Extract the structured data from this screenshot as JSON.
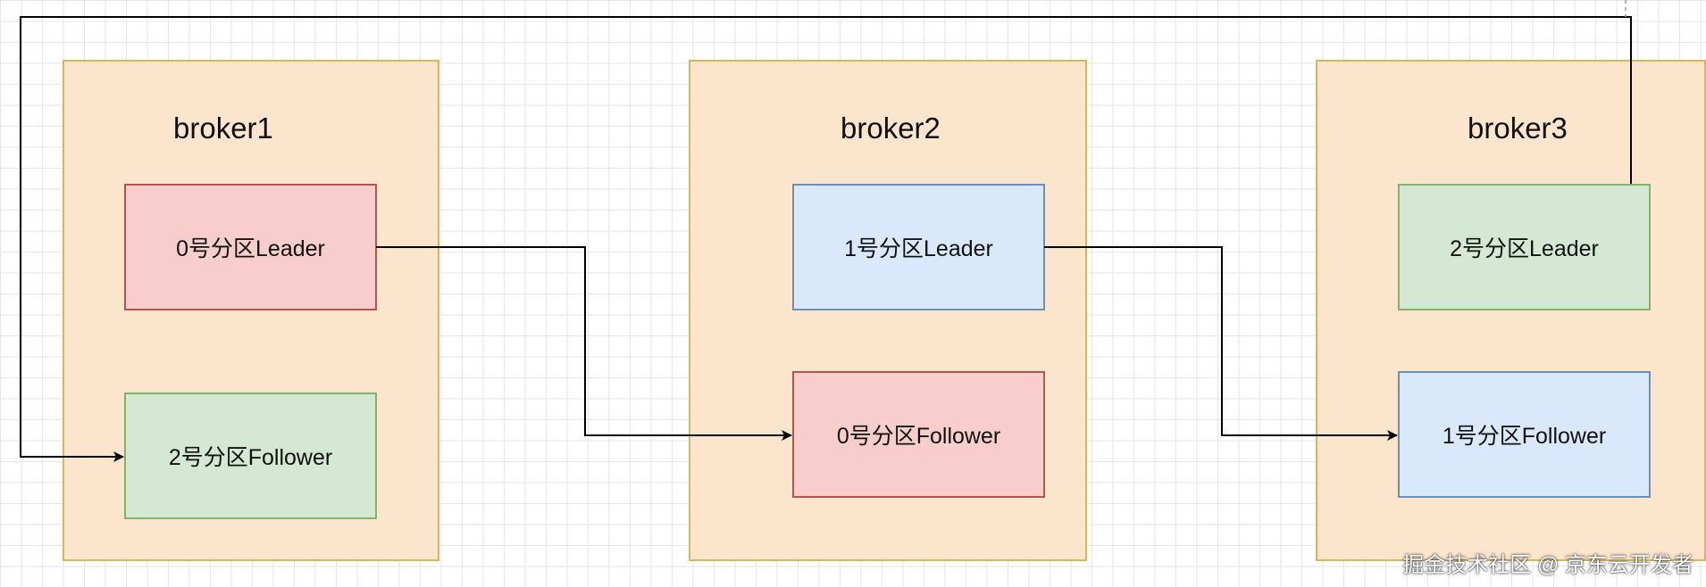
{
  "brokers": [
    {
      "title": "broker1"
    },
    {
      "title": "broker2"
    },
    {
      "title": "broker3"
    }
  ],
  "partitions": {
    "p0_leader": {
      "label": "0号分区Leader",
      "fill": "#f8cecc",
      "stroke": "#b85450"
    },
    "p2_follower": {
      "label": "2号分区Follower",
      "fill": "#d5e8d4",
      "stroke": "#82b366"
    },
    "p1_leader": {
      "label": "1号分区Leader",
      "fill": "#dae8fc",
      "stroke": "#6c8ebf"
    },
    "p0_follower": {
      "label": "0号分区Follower",
      "fill": "#f8cecc",
      "stroke": "#b85450"
    },
    "p2_leader": {
      "label": "2号分区Leader",
      "fill": "#d5e8d4",
      "stroke": "#82b366"
    },
    "p1_follower": {
      "label": "1号分区Follower",
      "fill": "#dae8fc",
      "stroke": "#6c8ebf"
    }
  },
  "colors": {
    "broker_fill": "#fce5cd",
    "broker_stroke": "#d6b656",
    "edge": "#000000"
  },
  "watermark": "掘金技术社区 @ 京东云开发者"
}
